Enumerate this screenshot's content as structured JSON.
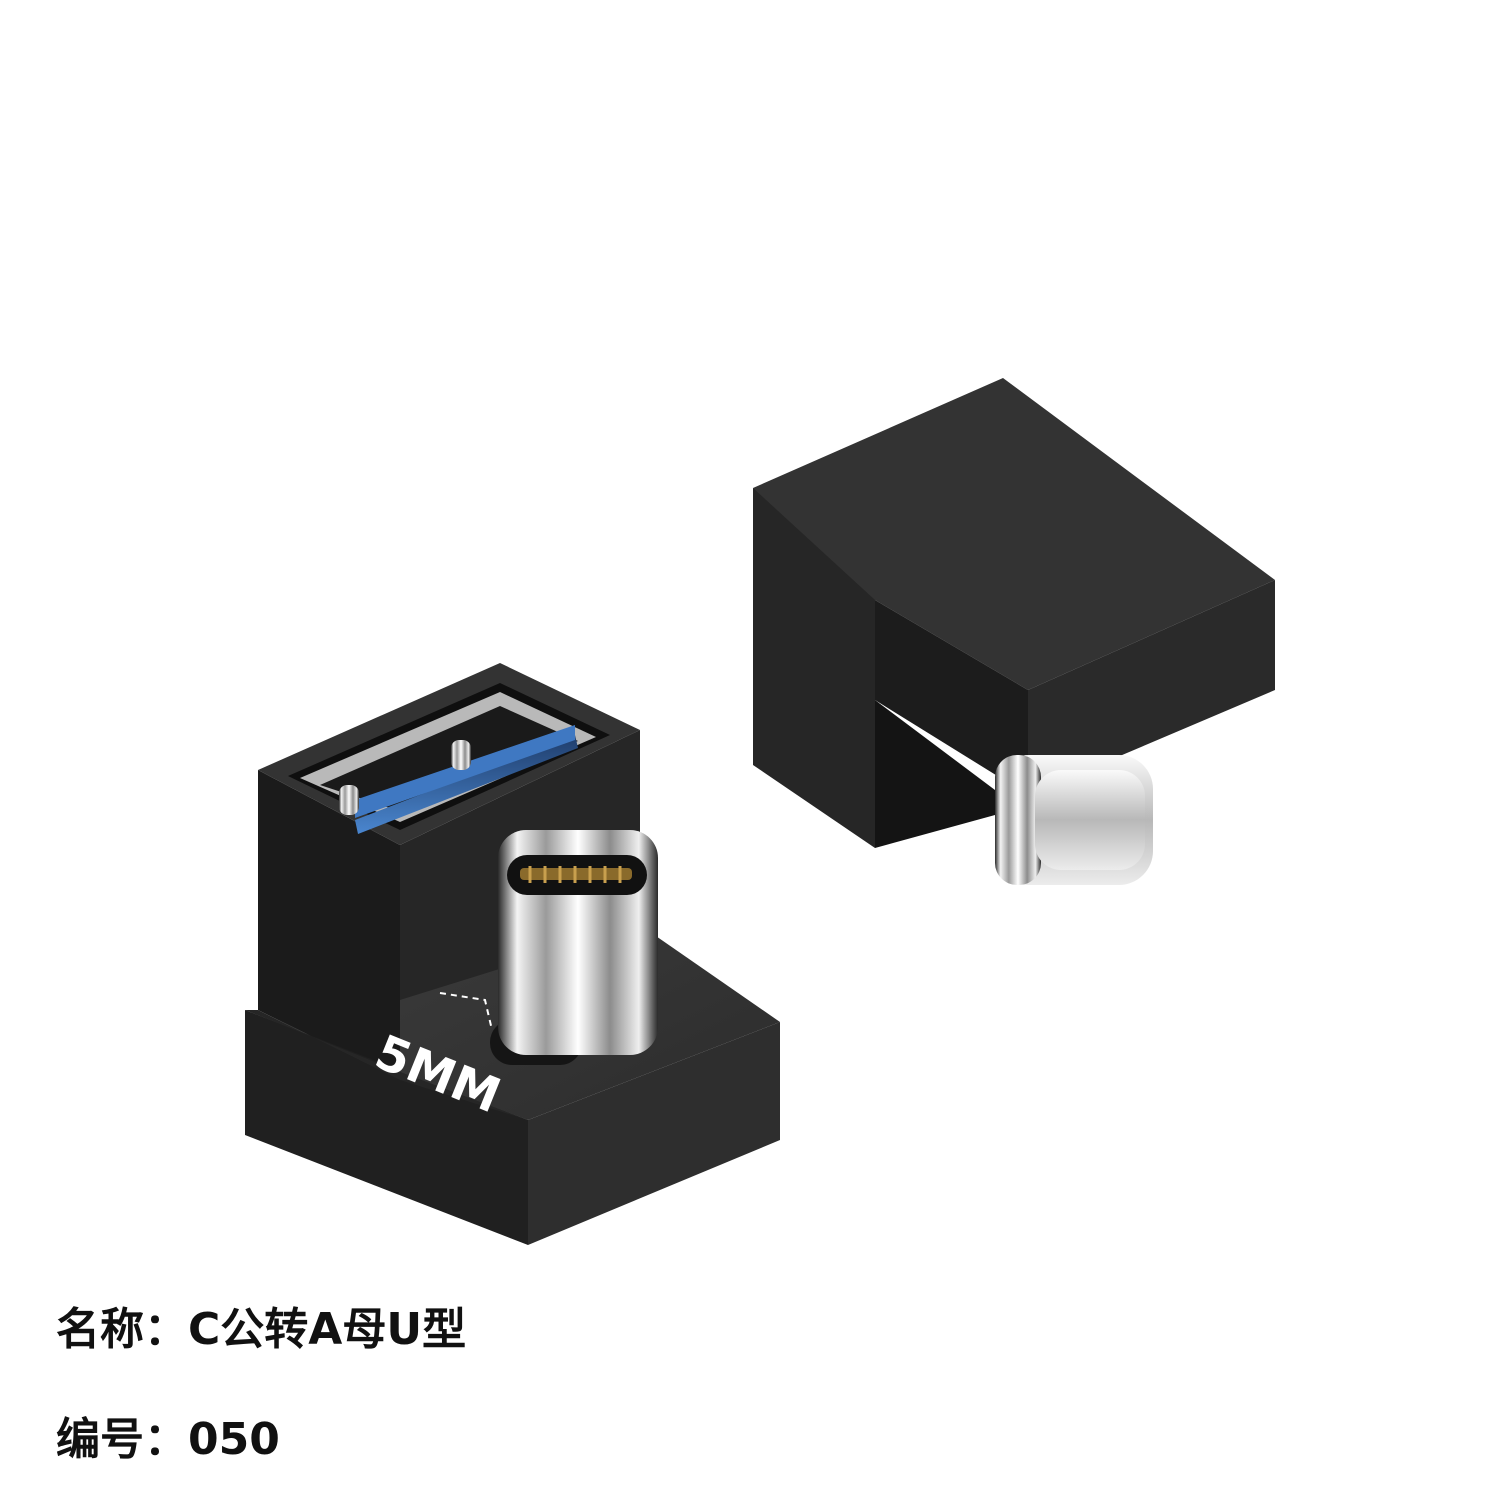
{
  "product": {
    "depth_label": "5MM"
  },
  "info": {
    "name_label": "名称：",
    "name_value": "C公转A母U型",
    "code_label": "编号：",
    "code_value": "050"
  },
  "colors": {
    "body": "#2b2b2b",
    "usb_blue": "#3a6fb5",
    "chrome": "#d9d9d9"
  }
}
